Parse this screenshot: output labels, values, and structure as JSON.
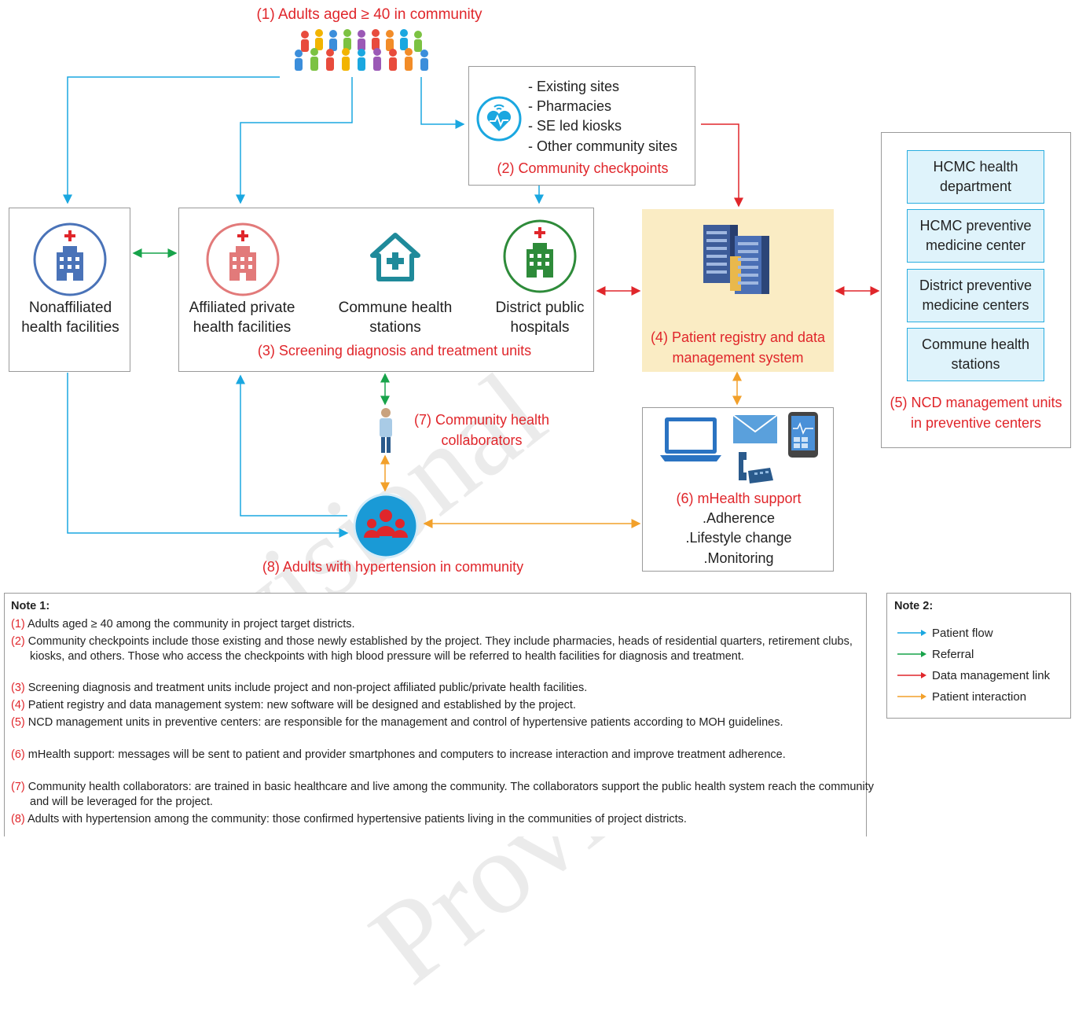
{
  "title": "(1) Adults aged ≥ 40 in community",
  "checkpoints": {
    "items": [
      "- Existing sites",
      "- Pharmacies",
      "- SE led kiosks",
      "- Other community sites"
    ],
    "label": "(2) Community checkpoints"
  },
  "facilities": {
    "nonaffiliated": "Nonaffiliated\nhealth facilities",
    "affiliated": "Affiliated private\nhealth facilities",
    "commune": "Commune health\nstations",
    "district": "District public\nhospitals",
    "units_label": "(3) Screening diagnosis and treatment units"
  },
  "registry_label": "(4) Patient registry and data\nmanagement system",
  "ncd_units": {
    "items": [
      "HCMC health\ndepartment",
      "HCMC preventive\nmedicine center",
      "District preventive\nmedicine centers",
      "Commune health\nstations"
    ],
    "label": "(5) NCD management units\nin preventive centers"
  },
  "mhealth": {
    "label": "(6) mHealth support",
    "items": [
      ".Adherence",
      ".Lifestyle change",
      ".Monitoring"
    ]
  },
  "collaborators_label": "(7) Community health\ncollaborators",
  "hypertension_label": "(8) Adults with hypertension in community",
  "note1": {
    "title": "Note 1:",
    "items": [
      {
        "num": "(1)",
        "text": "Adults aged ≥ 40 among the community in project target districts."
      },
      {
        "num": "(2)",
        "text": "Community checkpoints include those existing and those newly established by the project. They include pharmacies, heads of residential quarters, retirement clubs, kiosks, and others. Those who access the checkpoints with high blood pressure will be referred to health facilities for diagnosis and treatment."
      },
      {
        "num": "(3)",
        "text": "Screening diagnosis and treatment units include project and non-project affiliated public/private health facilities."
      },
      {
        "num": "(4)",
        "text": "Patient registry and data management system: new software will be designed and established by the project."
      },
      {
        "num": "(5)",
        "text": "NCD management units in preventive centers: are responsible for the management and control of hypertensive patients according to MOH guidelines."
      },
      {
        "num": "(6)",
        "text": "mHealth support: messages will be sent to patient and provider smartphones and computers to increase interaction and improve treatment adherence."
      },
      {
        "num": "(7)",
        "text": "Community health collaborators: are trained in basic healthcare and live among the community. The collaborators support the public health system reach the community and will be leveraged for the project."
      },
      {
        "num": "(8)",
        "text": "Adults with hypertension among the community: those confirmed hypertensive patients living in the communities of project districts."
      }
    ]
  },
  "note2": {
    "title": "Note 2:",
    "items": [
      {
        "label": "Patient flow",
        "color": "#1aa7e0"
      },
      {
        "label": "Referral",
        "color": "#17a34a"
      },
      {
        "label": "Data management link",
        "color": "#e0262b"
      },
      {
        "label": "Patient interaction",
        "color": "#f2a02a"
      }
    ]
  },
  "watermark": "Provisional",
  "colors": {
    "flow": "#1aa7e0",
    "referral": "#17a34a",
    "data": "#e0262b",
    "interaction": "#f2a02a",
    "label_red": "#e0262b"
  }
}
